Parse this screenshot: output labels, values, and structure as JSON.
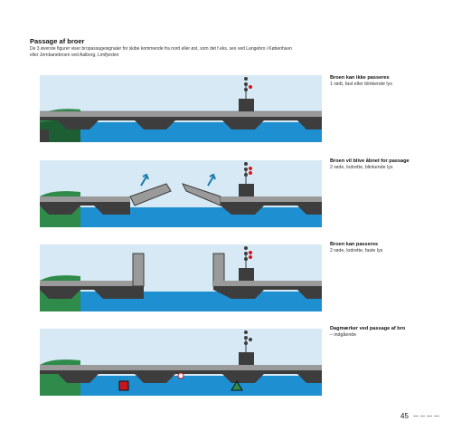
{
  "section": {
    "title": "Passage af broer",
    "intro": "De 3 øverste figurer viser bropassagesignaler for skibe kommende fra nord eller øst, som det f.eks. ses ved Langebro i København eller Jernbanebroen ved Aalborg, Limfjorden"
  },
  "panels": [
    {
      "heading": "Broen kan ikke passeres",
      "text": "1 rødt, fast eller blinkende lys"
    },
    {
      "heading": "Broen vil blive åbnet for passage",
      "text": "2 røde, lodrette, blinkende lys"
    },
    {
      "heading": "Broen kan passeres",
      "text": "2 røde, lodrette, faste lys"
    },
    {
      "heading": "Dagmærker ved passage af bro",
      "text": "– indgående"
    }
  ],
  "page": {
    "number": "45"
  },
  "colors": {
    "sky": "#d6e9f4",
    "water": "#1e8fd0",
    "land": "#2f8b4a",
    "bridge": "#3d3d3d",
    "railing": "#8a8a8a",
    "signal_red": "#d7161d",
    "arrow": "#1579ab"
  }
}
